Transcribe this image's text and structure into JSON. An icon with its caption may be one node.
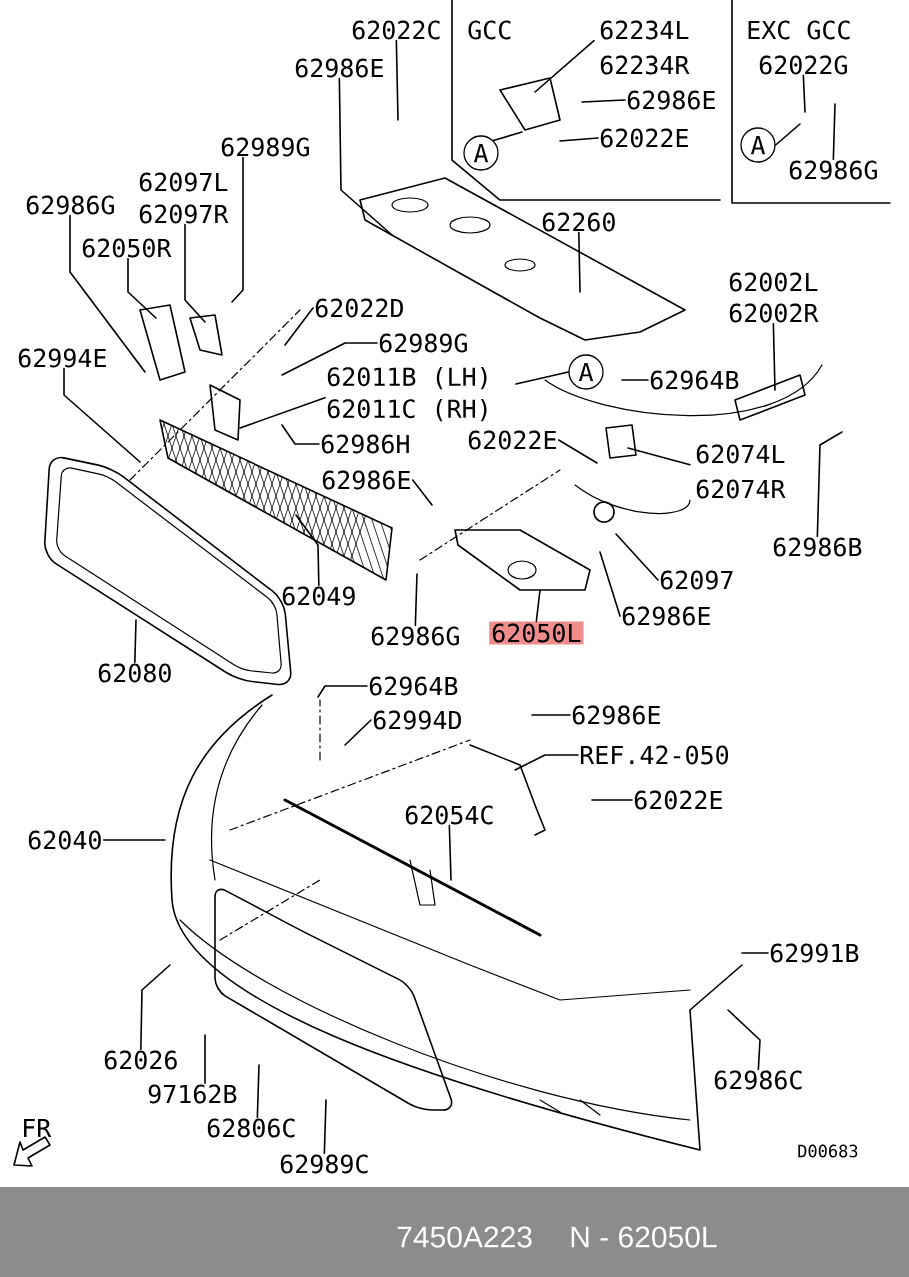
{
  "diagram": {
    "nodes": [
      {
        "text": [
          "62022C"
        ]
      },
      {
        "text": [
          "62234L"
        ]
      },
      {
        "text": [
          "62234R"
        ]
      },
      {
        "text": [
          "62986E"
        ]
      },
      {
        "text": [
          "62022E"
        ]
      },
      {
        "text": [
          "A"
        ]
      },
      {
        "text": [
          "62022G"
        ]
      },
      {
        "text": [
          "A"
        ]
      },
      {
        "text": [
          "62986G"
        ]
      },
      {
        "text": [
          "62986E"
        ]
      },
      {
        "text": [
          "62989G"
        ]
      },
      {
        "text": [
          "62097L"
        ]
      },
      {
        "text": [
          "62097R"
        ]
      },
      {
        "text": [
          "62986G"
        ]
      },
      {
        "text": [
          "62050R"
        ]
      },
      {
        "text": [
          "62260"
        ]
      },
      {
        "text": [
          "62002L"
        ]
      },
      {
        "text": [
          "62002R"
        ]
      },
      {
        "text": [
          "62022D"
        ]
      },
      {
        "text": [
          "62994E"
        ]
      },
      {
        "text": [
          "62989G"
        ]
      },
      {
        "text": [
          "62011B (LH)"
        ]
      },
      {
        "text": [
          "62011C (RH)"
        ]
      },
      {
        "text": [
          "A"
        ]
      },
      {
        "text": [
          "62964B"
        ]
      },
      {
        "text": [
          "62986H"
        ]
      },
      {
        "text": [
          "62022E"
        ]
      },
      {
        "text": [
          "62074L"
        ]
      },
      {
        "text": [
          "62074R"
        ]
      },
      {
        "text": [
          "62986E"
        ]
      },
      {
        "text": [
          "62986B"
        ]
      },
      {
        "text": [
          "62049"
        ]
      },
      {
        "text": [
          "62097"
        ]
      },
      {
        "text": [
          "62986G"
        ]
      },
      {
        "text": [
          "62050L"
        ]
      },
      {
        "text": [
          "62986E"
        ]
      },
      {
        "text": [
          "62080"
        ]
      },
      {
        "text": [
          "62964B"
        ]
      },
      {
        "text": [
          "62994D"
        ]
      },
      {
        "text": [
          "62986E"
        ]
      },
      {
        "text": [
          "REF.42-050"
        ]
      },
      {
        "text": [
          "62022E"
        ]
      },
      {
        "text": [
          "62054C"
        ]
      },
      {
        "text": [
          "62040"
        ]
      },
      {
        "text": [
          "62991B"
        ]
      },
      {
        "text": [
          "62026"
        ]
      },
      {
        "text": [
          "97162B"
        ]
      },
      {
        "text": [
          "62806C"
        ]
      },
      {
        "text": [
          "62986C"
        ]
      },
      {
        "text": [
          "62989C"
        ]
      }
    ],
    "edges": [
      {
        "from": 0,
        "to": null,
        "arrow": "none"
      },
      {
        "from": 1,
        "to": null,
        "arrow": "none"
      },
      {
        "from": 3,
        "to": null,
        "arrow": "none"
      },
      {
        "from": 4,
        "to": null,
        "arrow": "none"
      },
      {
        "from": 5,
        "to": null,
        "arrow": "none"
      },
      {
        "from": 6,
        "to": null,
        "arrow": "none"
      },
      {
        "from": 7,
        "to": null,
        "arrow": "none"
      },
      {
        "from": 8,
        "to": null,
        "arrow": "none"
      },
      {
        "from": 9,
        "to": null,
        "arrow": "none"
      },
      {
        "from": 10,
        "to": null,
        "arrow": "none"
      },
      {
        "from": 12,
        "to": null,
        "arrow": "none"
      },
      {
        "from": 13,
        "to": null,
        "arrow": "none"
      },
      {
        "from": 14,
        "to": null,
        "arrow": "none"
      },
      {
        "from": 15,
        "to": null,
        "arrow": "none"
      },
      {
        "from": 17,
        "to": null,
        "arrow": "none"
      },
      {
        "from": 18,
        "to": null,
        "arrow": "none"
      },
      {
        "from": 19,
        "to": null,
        "arrow": "none"
      },
      {
        "from": 20,
        "to": null,
        "arrow": "none"
      },
      {
        "from": 22,
        "to": null,
        "arrow": "none"
      },
      {
        "from": 23,
        "to": null,
        "arrow": "none"
      },
      {
        "from": 24,
        "to": null,
        "arrow": "none"
      },
      {
        "from": 25,
        "to": null,
        "arrow": "none"
      },
      {
        "from": 26,
        "to": null,
        "arrow": "none"
      },
      {
        "from": 27,
        "to": null,
        "arrow": "none"
      },
      {
        "from": 29,
        "to": null,
        "arrow": "none"
      },
      {
        "from": 30,
        "to": null,
        "arrow": "none"
      },
      {
        "from": 31,
        "to": null,
        "arrow": "none"
      },
      {
        "from": 32,
        "to": null,
        "arrow": "none"
      },
      {
        "from": 33,
        "to": null,
        "arrow": "none"
      },
      {
        "from": 34,
        "to": null,
        "arrow": "none"
      },
      {
        "from": 35,
        "to": null,
        "arrow": "none"
      },
      {
        "from": 36,
        "to": null,
        "arrow": "none"
      },
      {
        "from": 37,
        "to": null,
        "arrow": "none"
      },
      {
        "from": 38,
        "to": null,
        "arrow": "none"
      },
      {
        "from": 39,
        "to": null,
        "arrow": "none"
      },
      {
        "from": 40,
        "to": null,
        "arrow": "none"
      },
      {
        "from": 41,
        "to": null,
        "arrow": "none"
      },
      {
        "from": 42,
        "to": null,
        "arrow": "none"
      },
      {
        "from": 43,
        "to": null,
        "arrow": "none"
      },
      {
        "from": 44,
        "to": null,
        "arrow": "none"
      },
      {
        "from": 45,
        "to": null,
        "arrow": "none"
      },
      {
        "from": 46,
        "to": null,
        "arrow": "none"
      },
      {
        "from": 47,
        "to": null,
        "arrow": "none"
      },
      {
        "from": 48,
        "to": null,
        "arrow": "none"
      },
      {
        "from": 49,
        "to": null,
        "arrow": "none"
      }
    ],
    "labels": [
      "GCC",
      "EXC GCC",
      "FR",
      "D00683",
      "7450A223",
      "N - 62050L"
    ]
  }
}
